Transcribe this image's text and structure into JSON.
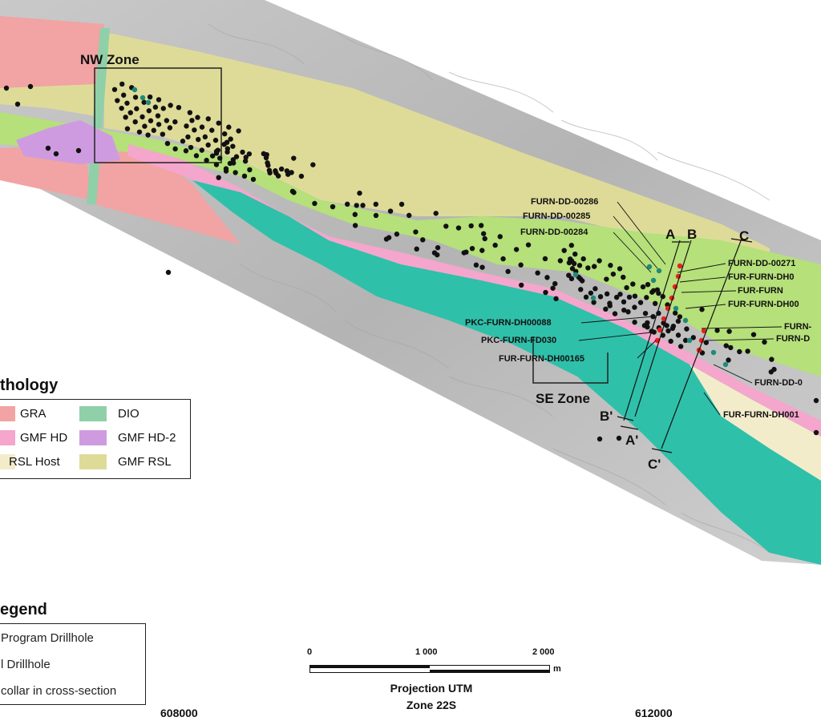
{
  "zones": {
    "nw": "NW Zone",
    "se": "SE Zone"
  },
  "sections": {
    "a": "A",
    "b": "B",
    "c": "C",
    "a_prime": "A'",
    "b_prime": "B'",
    "c_prime": "C'"
  },
  "hole_labels": [
    "FURN-DD-00286",
    "FURN-DD-00285",
    "FURN-DD-00284",
    "FURN-DD-00271",
    "FUR-FURN-DH0",
    "FUR-FURN",
    "FUR-FURN-DH00",
    "FURN-",
    "FURN-D",
    "PKC-FURN-DH00088",
    "PKC-FURN-FD030",
    "FUR-FURN-DH00165",
    "FURN-DD-0",
    "FUR-FURN-DH001"
  ],
  "lithology": {
    "title": "thology",
    "items": [
      {
        "label": "GRA",
        "color": "#f2a3a3"
      },
      {
        "label": "DIO",
        "color": "#8fd0a9"
      },
      {
        "label": "GMF HD",
        "color": "#f4a6cc"
      },
      {
        "label": "GMF HD-2",
        "color": "#cf9be0"
      },
      {
        "label": "RSL Host",
        "color": "#f3eccb"
      },
      {
        "label": "GMF RSL",
        "color": "#dedb99"
      }
    ]
  },
  "legend": {
    "title": "egend",
    "items": [
      "Program Drillhole",
      "l Drillhole",
      "collar in cross-section"
    ]
  },
  "scale": {
    "ticks": [
      "0",
      "1 000",
      "2 000"
    ],
    "unit": "m"
  },
  "projection": {
    "line1": "Projection UTM",
    "line2": "Zone 22S"
  },
  "coords": {
    "x1": "608000",
    "x2": "612000"
  },
  "colors": {
    "granite": "#f2a3a3",
    "diorite": "#8fd0a9",
    "gmf_hd": "#f4a6cc",
    "gmf_hd2": "#cf9be0",
    "rsl_host": "#f3eccb",
    "gmf_rsl": "#dedb99",
    "green_unit": "#b5e07a",
    "teal_unit": "#2fc0aa",
    "hole_black": "#111111",
    "hole_teal": "#1f8a7a",
    "hole_red": "#e8201e"
  }
}
